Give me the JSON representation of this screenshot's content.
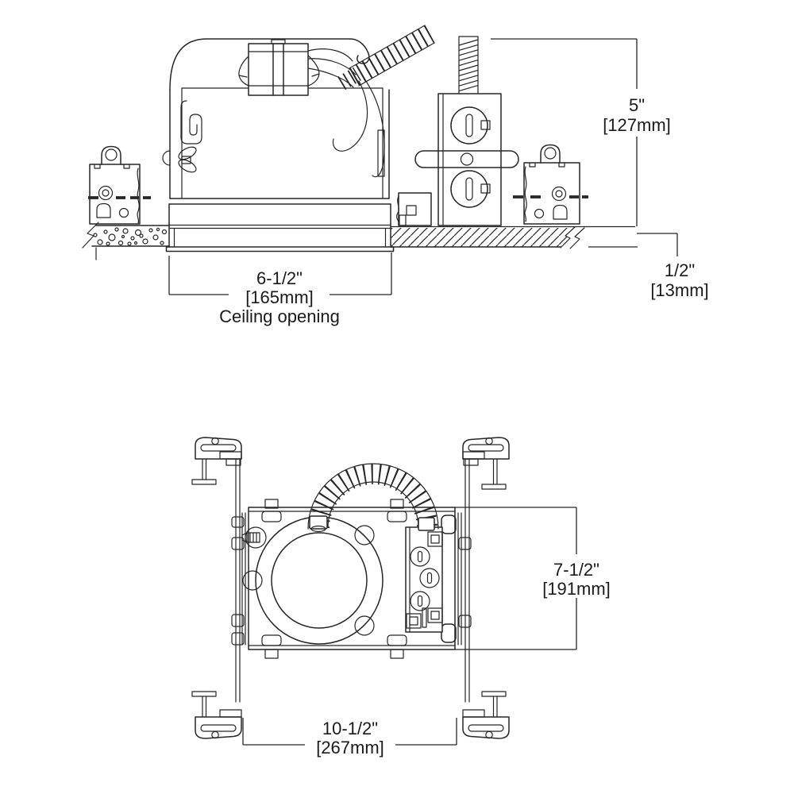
{
  "top_view": {
    "height": {
      "value": "5\"",
      "metric": "[127mm]"
    },
    "ceiling_opening": {
      "value": "6-1/2\"",
      "metric": "[165mm]",
      "label": "Ceiling opening"
    },
    "ceiling_thickness": {
      "value": "1/2\"",
      "metric": "[13mm]"
    }
  },
  "bottom_view": {
    "housing_height": {
      "value": "7-1/2\"",
      "metric": "[191mm]"
    },
    "bar_span": {
      "value": "10-1/2\"",
      "metric": "[267mm]"
    }
  },
  "colors": {
    "line": "#262626",
    "text": "#1a1a1a",
    "background": "#ffffff"
  }
}
